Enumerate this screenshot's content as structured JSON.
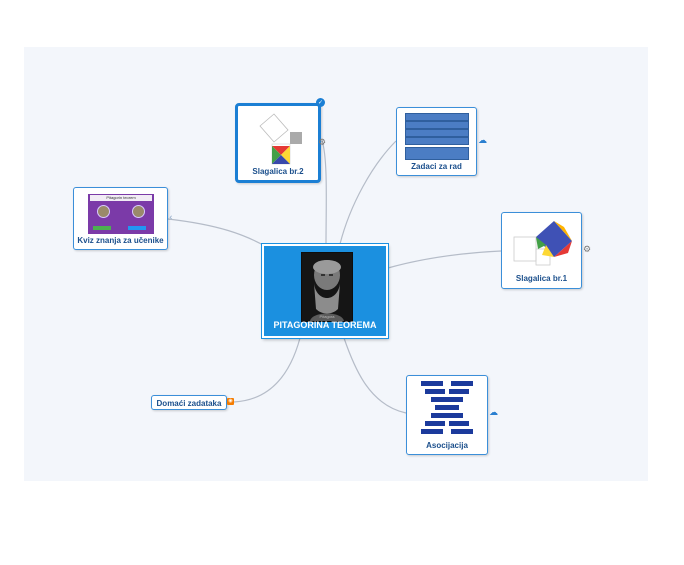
{
  "map": {
    "central": {
      "label": "PITAGORINA TEOREMA",
      "image_caption": "Pitagora"
    },
    "quiz_node": {
      "label": "Kviz znanja za učenike",
      "card_title": "Pitagorin teorem"
    },
    "puzzle2_node": {
      "label": "Slagalica br.2"
    },
    "tasks_node": {
      "label": "Zadaci za rad"
    },
    "puzzle1_node": {
      "label": "Slagalica br.1"
    },
    "homework_node": {
      "label": "Domaći zadataka"
    },
    "association_node": {
      "label": "Asocijacija"
    }
  },
  "colors": {
    "canvas_bg": "#f3f6fb",
    "central_fill": "#1b90e0",
    "node_border": "#3b8fd9",
    "label_text": "#1b4f8c",
    "link": "#b5bcc8"
  },
  "icons": {
    "link_icon": "link-icon",
    "cloud_icon": "cloud-icon",
    "rss_icon": "feed-icon",
    "check_icon": "check-badge-icon",
    "collapse_icon": "collapse-arrow-icon"
  }
}
